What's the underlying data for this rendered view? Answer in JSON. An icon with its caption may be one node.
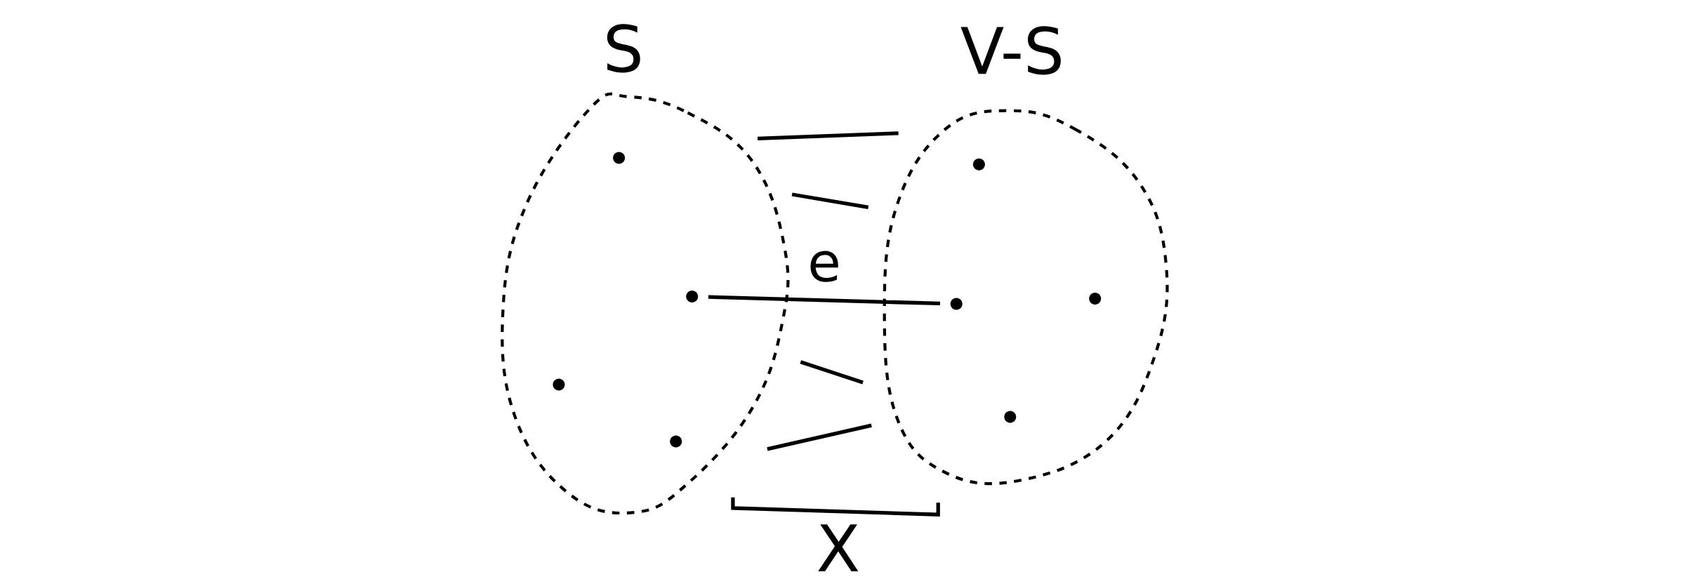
{
  "diagram": {
    "nodes": [
      {
        "text": [
          "S"
        ]
      },
      {
        "text": [],
        "shape": "circle",
        "in": 0
      },
      {
        "text": [],
        "shape": "circle",
        "in": 0
      },
      {
        "text": [],
        "shape": "circle",
        "in": 0
      },
      {
        "text": [],
        "shape": "circle",
        "in": 0
      },
      {
        "text": [
          "V-S"
        ]
      },
      {
        "text": [],
        "shape": "circle",
        "in": 5
      },
      {
        "text": [],
        "shape": "circle",
        "in": 5
      },
      {
        "text": [],
        "shape": "circle",
        "in": 5
      },
      {
        "text": [],
        "shape": "circle",
        "in": 5
      }
    ],
    "edges": [
      {
        "from": 2,
        "to": 8,
        "label": "e",
        "arrow": "none"
      }
    ],
    "labels": [
      "X"
    ]
  }
}
